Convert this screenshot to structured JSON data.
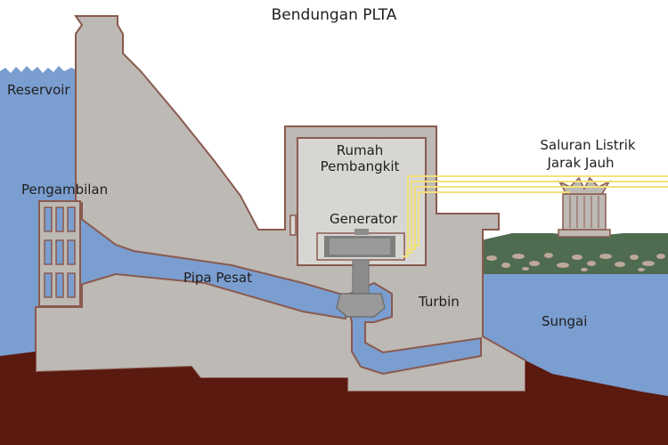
{
  "title": "Bendungan PLTA",
  "labels": {
    "reservoir": "Reservoir",
    "intake": "Pengambilan",
    "penstock": "Pipa Pesat",
    "powerhouse_line1": "Rumah",
    "powerhouse_line2": "Pembangkit",
    "generator": "Generator",
    "turbine": "Turbin",
    "river": "Sungai",
    "power_lines_line1": "Saluran Listrik",
    "power_lines_line2": "Jarak Jauh"
  },
  "colors": {
    "water": "#7b9ed0",
    "dam_concrete": "#bdb9b4",
    "powerhouse_room": "#d8d6d3",
    "bedrock": "#5a1a10",
    "riverbank": "#4f6b50",
    "power_line": "#f2e27a",
    "outline": "#8a5a4f",
    "metal": "#8c8c8c"
  }
}
